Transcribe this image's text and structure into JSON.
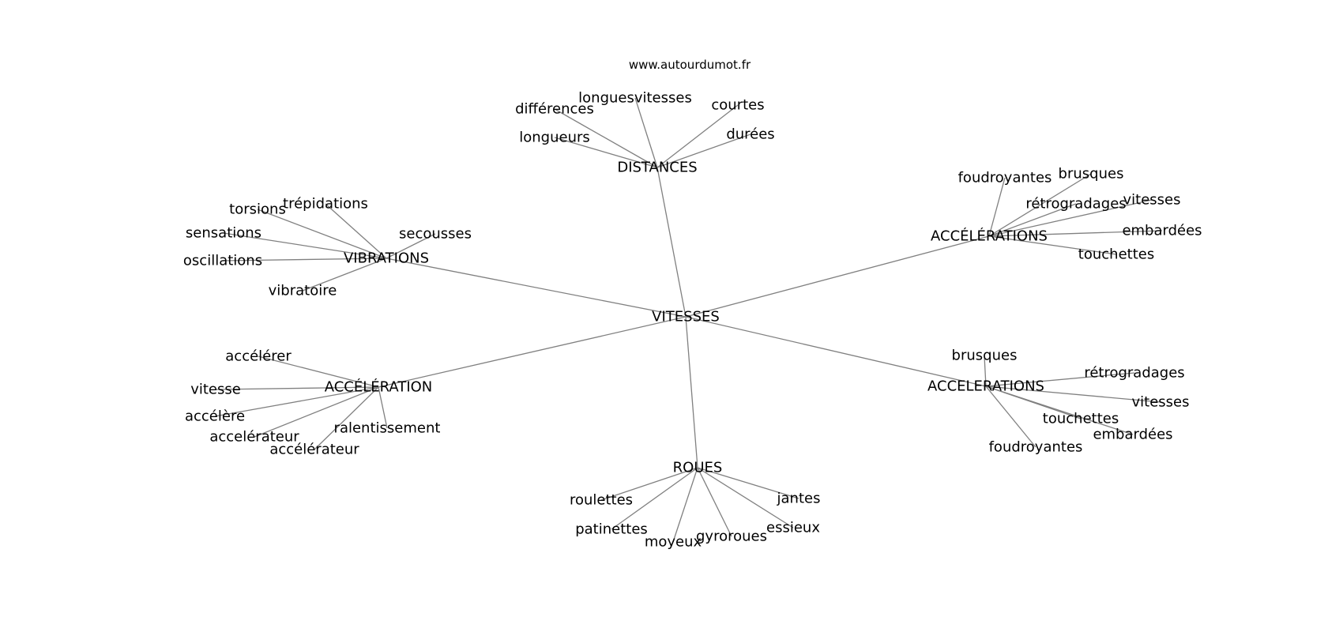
{
  "website": "www.autourdumot.fr",
  "center": "VITESSES",
  "branches": [
    {
      "label": "DISTANCES",
      "leaves": [
        "différences",
        "longuesvitesses",
        "courtes",
        "longueurs",
        "durées"
      ]
    },
    {
      "label": "ACCÉLÉRATIONS",
      "leaves": [
        "foudroyantes",
        "brusques",
        "rétrogradages",
        "vitesses",
        "embardées",
        "touchettes"
      ]
    },
    {
      "label": "VIBRATIONS",
      "leaves": [
        "torsions",
        "trépidations",
        "secousses",
        "sensations",
        "oscillations",
        "vibratoire"
      ]
    },
    {
      "label": "ACCÉLÉRATION",
      "leaves": [
        "accélérer",
        "vitesse",
        "accélère",
        "accelérateur",
        "accélérateur",
        "ralentissement"
      ]
    },
    {
      "label": "ACCELERATIONS",
      "leaves": [
        "brusques",
        "rétrogradages",
        "vitesses",
        "touchettes",
        "embardées",
        "foudroyantes"
      ]
    },
    {
      "label": "ROUES",
      "leaves": [
        "roulettes",
        "jantes",
        "patinettes",
        "essieux",
        "moyeux",
        "gyroroues"
      ]
    }
  ]
}
